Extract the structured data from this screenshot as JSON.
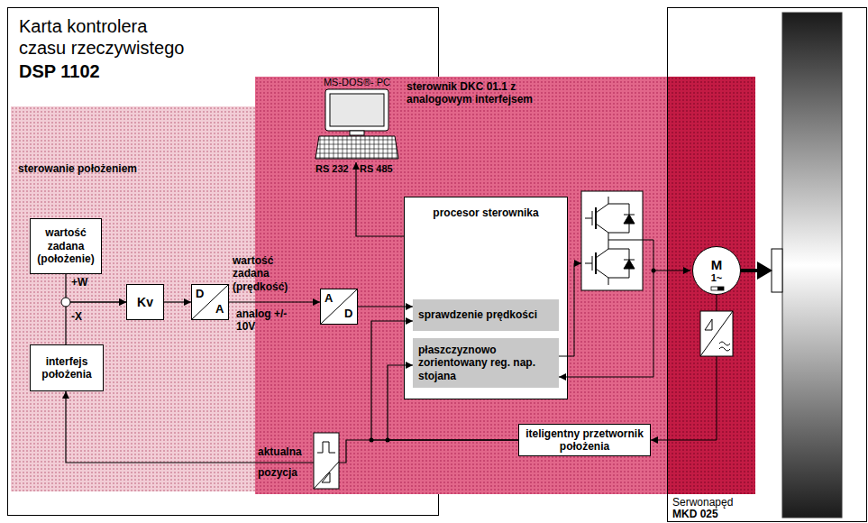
{
  "diagram": {
    "nodes": [
      {
        "text": [
          "Karta kontrolera czasu rzeczywistego",
          "DSP 1102"
        ]
      },
      {
        "text": [
          "sterowanie położeniem"
        ],
        "in": 0
      },
      {
        "text": [
          "wartość zadana (położenie)"
        ],
        "in": 1
      },
      {
        "text": [
          "Kv"
        ],
        "in": 1
      },
      {
        "text": [
          "D",
          "A"
        ],
        "in": 1
      },
      {
        "text": [
          "interfejs położenia"
        ],
        "in": 1
      },
      {
        "text": [
          "sterownik DKC 01.1 z analogowym interfejsem"
        ]
      },
      {
        "text": [
          "MS-DOS®- PC"
        ],
        "in": 6
      },
      {
        "text": [
          "A",
          "D"
        ],
        "in": 6
      },
      {
        "text": [
          "procesor sterownika"
        ],
        "in": 6
      },
      {
        "text": [
          "sprawdzenie prędkości"
        ],
        "in": 9
      },
      {
        "text": [
          "płaszczyznowo zorientowany reg. nap. stojana"
        ],
        "in": 9
      },
      {
        "text": [
          "iteligentny przetwornik położenia"
        ],
        "in": 6
      },
      {
        "text": [
          "Serwonapęd",
          "MKD 025"
        ]
      },
      {
        "text": [
          "M",
          "1~"
        ],
        "in": 13
      }
    ],
    "edges": [
      {
        "from": 2,
        "to": 3,
        "arrow": "to"
      },
      {
        "from": 5,
        "to": 3,
        "arrow": "to"
      },
      {
        "from": 3,
        "to": 4,
        "arrow": "to"
      },
      {
        "from": 4,
        "to": 8,
        "arrow": "to"
      },
      {
        "from": 8,
        "to": 10,
        "arrow": "to"
      },
      {
        "from": 12,
        "to": 10,
        "arrow": "to"
      },
      {
        "from": 12,
        "to": 11,
        "arrow": "to"
      },
      {
        "from": 12,
        "to": 5,
        "arrow": "to"
      },
      {
        "from": 9,
        "to": 7,
        "arrow": "to"
      }
    ],
    "labels": [
      "+W",
      "-X",
      "wartość zadana (prędkość)",
      "analog +/- 10V",
      "aktualna",
      "pozycja",
      "RS 232",
      "RS 485"
    ]
  }
}
